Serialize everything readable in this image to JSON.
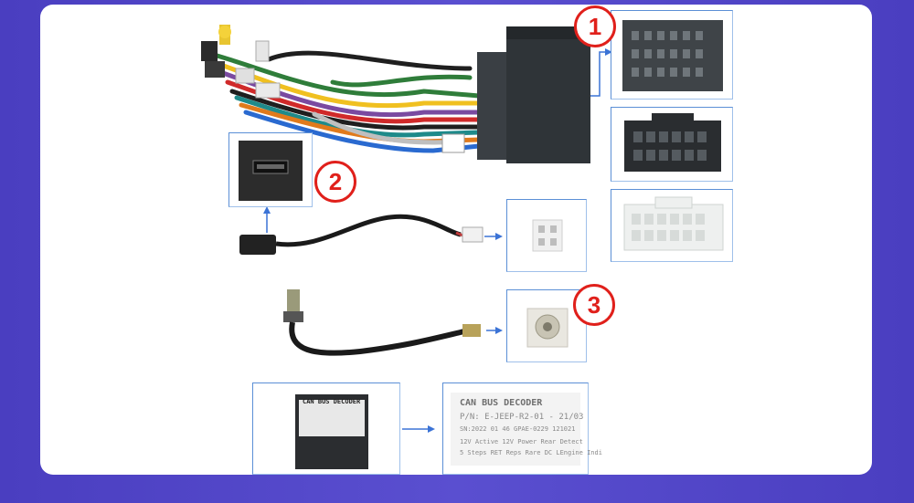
{
  "badges": {
    "one": "1",
    "two": "2",
    "three": "3"
  },
  "decoder": {
    "title": "CAN BUS DECODER",
    "line1": "P/N: E-JEEP-R2-01  -  21/03",
    "line2": "SN:2022 01 46  GPAE-0229  121021",
    "line3": "12V  Active  12V  Power  Rear  Detect",
    "line4": "5 Steps  RET  Reps  Rare  DC  LEngine  Indi"
  },
  "colors": {
    "badge": "#e0201b",
    "frame": "#5b8fd6",
    "arrow": "#3b73d6",
    "connector": "#3a3f44",
    "background": "#4a3ec0"
  }
}
